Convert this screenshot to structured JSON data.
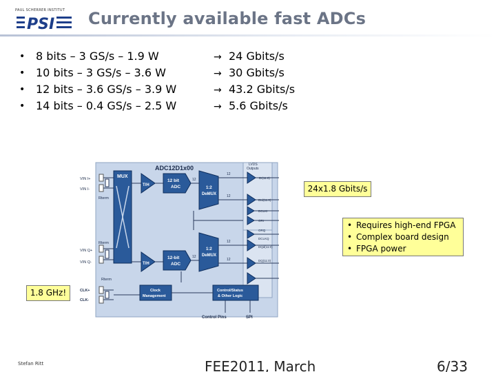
{
  "logo": {
    "institute": "PAUL SCHERRER INSTITUT",
    "mark": "PSI"
  },
  "slide": {
    "title": "Currently available fast ADCs"
  },
  "bullets": [
    {
      "spec": "8 bits – 3 GS/s – 1.9 W",
      "rate": "24 Gbits/s"
    },
    {
      "spec": "10 bits – 3 GS/s – 3.6 W",
      "rate": "30 Gbits/s"
    },
    {
      "spec": "12 bits – 3.6 GS/s – 3.9 W",
      "rate": "43.2 Gbits/s"
    },
    {
      "spec": "14 bits – 0.4 GS/s – 2.5 W",
      "rate": "5.6 Gbits/s"
    }
  ],
  "arrow_glyph": "→",
  "diagram": {
    "chip_name": "ADC12D1x00",
    "lvds_label_1": "LVDS",
    "lvds_label_2": "Outputs",
    "mux": "MUX",
    "th_1": "T/H",
    "th_2": "T/H",
    "adc_1_line1": "12 bit",
    "adc_1_line2": "ADC",
    "adc_2_line1": "12-bit",
    "adc_2_line2": "ADC",
    "demux_1_line1": "1:2",
    "demux_1_line2": "DeMUX",
    "demux_2_line1": "1:2",
    "demux_2_line2": "DeMUX",
    "clock_1": "Clock",
    "clock_2": "Management",
    "control_1": "Control/Status",
    "control_2": "& Other Logic",
    "bus_width": "12",
    "pins_left": {
      "vin_i_plus": "VIN I+",
      "vin_i_minus": "VIN I-",
      "rterm_1": "Rterm",
      "rterm_2": "Rterm",
      "rterm_3": "Rterm",
      "vin_q_plus": "VIN Q+",
      "vin_q_minus": "VIN Q-",
      "clk_plus": "CLK+",
      "clk_minus": "CLK-"
    },
    "pins_right": {
      "di": "DI(11:0)",
      "did": "DId(11:0)",
      "dclki": "DCLKI",
      "ori": "ORI",
      "orq": "ORQ",
      "dclkq": "DCLKQ",
      "dqd": "DQd(11:0)",
      "dq": "DQ(11:0)"
    },
    "bottom": {
      "control_pins": "Control Pins",
      "spi": "SPI"
    }
  },
  "callouts": {
    "output_rate": "24x1.8 Gbits/s",
    "clock": "1.8 GHz!",
    "fpga": [
      "Requires high-end FPGA",
      "Complex board design",
      "FPGA power"
    ]
  },
  "footer": {
    "author": "Stefan Ritt",
    "event": "FEE2011, March",
    "page": "6/33"
  },
  "colors": {
    "title": "#6b7486",
    "logo": "#1d3e8a",
    "diagram_bg": "#c8d6ea",
    "block_fill": "#1f4f8f",
    "callout_fill": "#ffff99"
  }
}
